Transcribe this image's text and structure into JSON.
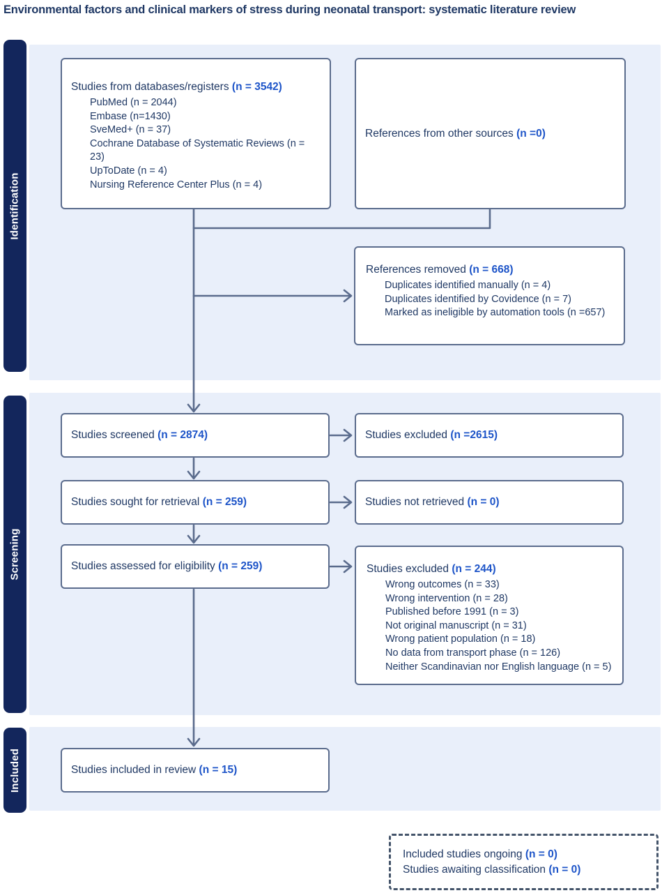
{
  "title": "Environmental factors and clinical markers of stress during neonatal transport: systematic literature review",
  "sidebar": {
    "identification": "Identification",
    "screening": "Screening",
    "included": "Included"
  },
  "colors": {
    "navy_text": "#1f3864",
    "count_blue": "#1d54c8",
    "box_border": "#5a6b8c",
    "sidebar_navy": "#13265c",
    "panel_blue": "#e9effa",
    "dashed_border": "#44546a"
  },
  "boxes": {
    "databases": {
      "heading": "Studies from databases/registers",
      "count": "(n = 3542)",
      "items": [
        "PubMed (n = 2044)",
        "Embase (n=1430)",
        "SveMed+ (n = 37)",
        "Cochrane Database of Systematic Reviews (n = 23)",
        "UpToDate (n = 4)",
        "Nursing Reference Center Plus (n = 4)"
      ]
    },
    "other_sources": {
      "heading": "References from other sources",
      "count": "(n =0)"
    },
    "removed": {
      "heading": "References removed",
      "count": "(n = 668)",
      "items": [
        "Duplicates identified manually (n = 4)",
        "Duplicates identified by Covidence (n = 7)",
        "Marked as ineligible by automation tools (n =657)"
      ]
    },
    "screened": {
      "heading": "Studies screened",
      "count": "(n = 2874)"
    },
    "excluded_screen": {
      "heading": "Studies excluded",
      "count": "(n =2615)"
    },
    "sought": {
      "heading": "Studies sought for retrieval",
      "count": "(n = 259)"
    },
    "not_retrieved": {
      "heading": "Studies not retrieved",
      "count": "(n = 0)"
    },
    "assessed": {
      "heading": "Studies assessed for eligibility",
      "count": "(n = 259)"
    },
    "excluded_elig": {
      "heading": "Studies excluded",
      "count": "(n = 244)",
      "items": [
        "Wrong outcomes (n = 33)",
        "Wrong intervention (n = 28)",
        "Published before 1991 (n = 3)",
        "Not original manuscript (n = 31)",
        "Wrong patient population (n = 18)",
        "No data from transport phase (n = 126)",
        "Neither Scandinavian nor English language (n = 5)"
      ]
    },
    "included_review": {
      "heading": "Studies included in review",
      "count": "(n = 15)"
    },
    "ongoing": {
      "line1": "Included studies ongoing",
      "count1": "(n = 0)",
      "line2": "Studies awaiting classification",
      "count2": "(n = 0)"
    }
  }
}
